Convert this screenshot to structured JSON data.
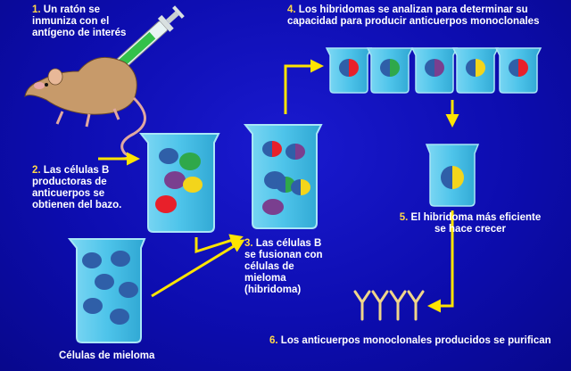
{
  "steps": {
    "s1": {
      "num": "1.",
      "text": "Un ratón se inmuniza con el antígeno de interés"
    },
    "s2": {
      "num": "2.",
      "text": "Las células B productoras de anticuerpos se obtienen del bazo."
    },
    "s3": {
      "num": "3.",
      "text": "Las células B se fusionan con células de mieloma (hibridoma)"
    },
    "s4": {
      "num": "4.",
      "text": "Los hibridomas se analizan para determinar su capacidad para producir anticuerpos monoclonales"
    },
    "s5": {
      "num": "5.",
      "text": "El hibridoma más eficiente se hace crecer"
    },
    "s6": {
      "num": "6.",
      "text": "Los anticuerpos monoclonales producidos se purifican"
    }
  },
  "myeloma_label": "Células de mieloma",
  "colors": {
    "background": "#0d0db0",
    "beaker_liquid": "#49c3e8",
    "arrow": "#ffe400",
    "label_text": "#ffffff",
    "step_number": "#ffd84a",
    "cell_blue": "#2f5fa8",
    "cell_red": "#e8202a",
    "cell_green": "#2fa84a",
    "cell_yellow": "#f3d51b",
    "cell_purple": "#7a3f8f",
    "antibody": "#f0d58a"
  },
  "icons": [
    "mouse-illustration",
    "syringe-icon",
    "beaker-icon",
    "antibody-icon",
    "arrow-icon"
  ]
}
